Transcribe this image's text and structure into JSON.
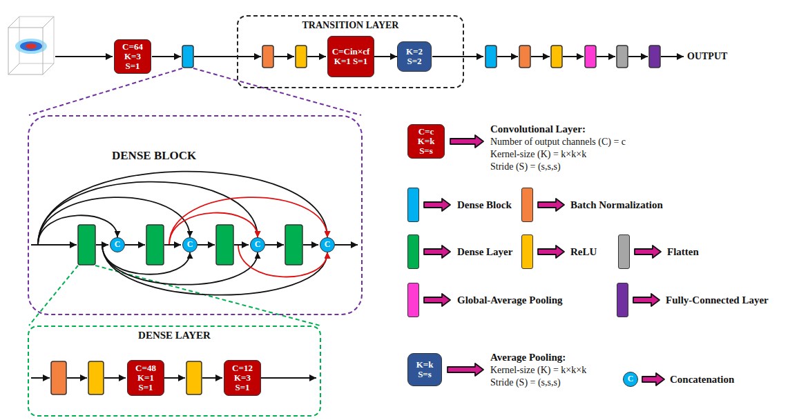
{
  "diagram": {
    "nodes": [
      {
        "text": [
          "C=64 K=3 S=1"
        ]
      },
      {
        "text": [
          "TRANSITION LAYER"
        ]
      },
      {
        "text": [
          "C=Cin×cf K=1 S=1"
        ],
        "in": 1
      },
      {
        "text": [
          "K=2 S=2"
        ],
        "in": 1
      },
      {
        "text": [
          "DENSE BLOCK"
        ]
      },
      {
        "text": [
          "C"
        ],
        "in": 4
      },
      {
        "text": [
          "C"
        ],
        "in": 4
      },
      {
        "text": [
          "C"
        ],
        "in": 4
      },
      {
        "text": [
          "C"
        ],
        "in": 4
      },
      {
        "text": [
          "C=c K=k S=s"
        ]
      },
      {
        "text": [
          "DENSE LAYER"
        ]
      },
      {
        "text": [
          "C=48 K=1 S=1"
        ],
        "in": 10
      },
      {
        "text": [
          "C=12 K=3 S=1"
        ],
        "in": 10
      },
      {
        "text": [
          "K=k S=s"
        ]
      },
      {
        "text": [
          "C"
        ]
      }
    ],
    "edges": [
      {
        "from": 2,
        "to": 3,
        "arrow": "to"
      }
    ],
    "labels": [
      "OUTPUT",
      "Convolutional Layer:",
      "Number of output channels (C) = c",
      "Kernel-size (K) = k×k×k",
      "Stride (S) = (s,s,s)",
      "Average Pooling:",
      "Kernel-size (K) = k×k×k",
      "Stride (S) = (s,s,s)",
      "Concatenation"
    ],
    "legend": [
      {
        "text": "Dense Block",
        "color": "#00b0f0"
      },
      {
        "text": "Batch Normalization",
        "color": "#f4813f"
      },
      {
        "text": "Dense Layer",
        "color": "#00b050"
      },
      {
        "text": "ReLU",
        "color": "#ffc000"
      },
      {
        "text": "Flatten",
        "color": "#a6a6a6"
      },
      {
        "text": "Global-Average Pooling",
        "color": "#ff3bd4"
      },
      {
        "text": "Fully-Connected Layer",
        "color": "#7030a0"
      }
    ]
  }
}
